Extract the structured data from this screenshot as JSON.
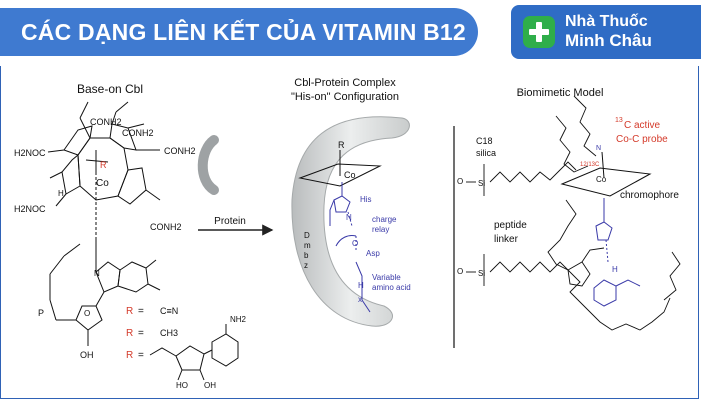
{
  "header": {
    "title": "CÁC DẠNG LIÊN KẾT CỦA VITAMIN B12",
    "logo_line1": "Nhà Thuốc",
    "logo_line2": "Minh Châu",
    "logo_icon": "plus-cross-icon"
  },
  "colors": {
    "title_bar": "#3f7ad0",
    "logo_bg": "#2f6cc5",
    "logo_cross": "#2fae4a",
    "r_label": "#d43a2a",
    "his_blue": "#3a3aa8"
  },
  "panel1": {
    "title": "Base-on Cbl",
    "groups": [
      "CONH2",
      "CONH2",
      "CONH2",
      "H2NOC",
      "H2NOC",
      "CONH2"
    ],
    "r_label": "R",
    "co_label": "Co",
    "n_label": "N",
    "h_label": "H",
    "o_label": "O",
    "p_label": "P",
    "oh_label": "OH",
    "r_options": [
      {
        "r": "R",
        "eq": "=",
        "group": "C≡N"
      },
      {
        "r": "R",
        "eq": "=",
        "group": "CH3"
      },
      {
        "r": "R",
        "eq": "=",
        "group": "5′-deoxyadenosyl"
      }
    ],
    "ho_label": "HO",
    "nh2_label": "NH2"
  },
  "arrow": {
    "label": "Protein"
  },
  "panel2": {
    "title_line1": "Cbl-Protein Complex",
    "title_line2": "\"His-on\" Configuration",
    "r_label": "R",
    "co_label": "Co",
    "his_label": "His",
    "charge_relay": [
      "charge",
      "relay"
    ],
    "asp_label": "Asp",
    "variable": [
      "Variable",
      "amino acid"
    ],
    "dmbz": [
      "D",
      "m",
      "b",
      "z"
    ],
    "nh_label": "N",
    "o_label": "O",
    "h_label": "H",
    "x_label": "x"
  },
  "panel3": {
    "title": "Biomimetic Model",
    "c18": [
      "C18",
      "silica"
    ],
    "si_label": "Si",
    "o_label": "O",
    "probe_sup": "13",
    "probe_line1": "C active",
    "probe_line2": "Co-C probe",
    "isotope": "12/13C",
    "n_label": "N",
    "co_label": "Co",
    "chromophore": "chromophore",
    "peptide": [
      "peptide",
      "linker"
    ],
    "h_label": "H"
  }
}
